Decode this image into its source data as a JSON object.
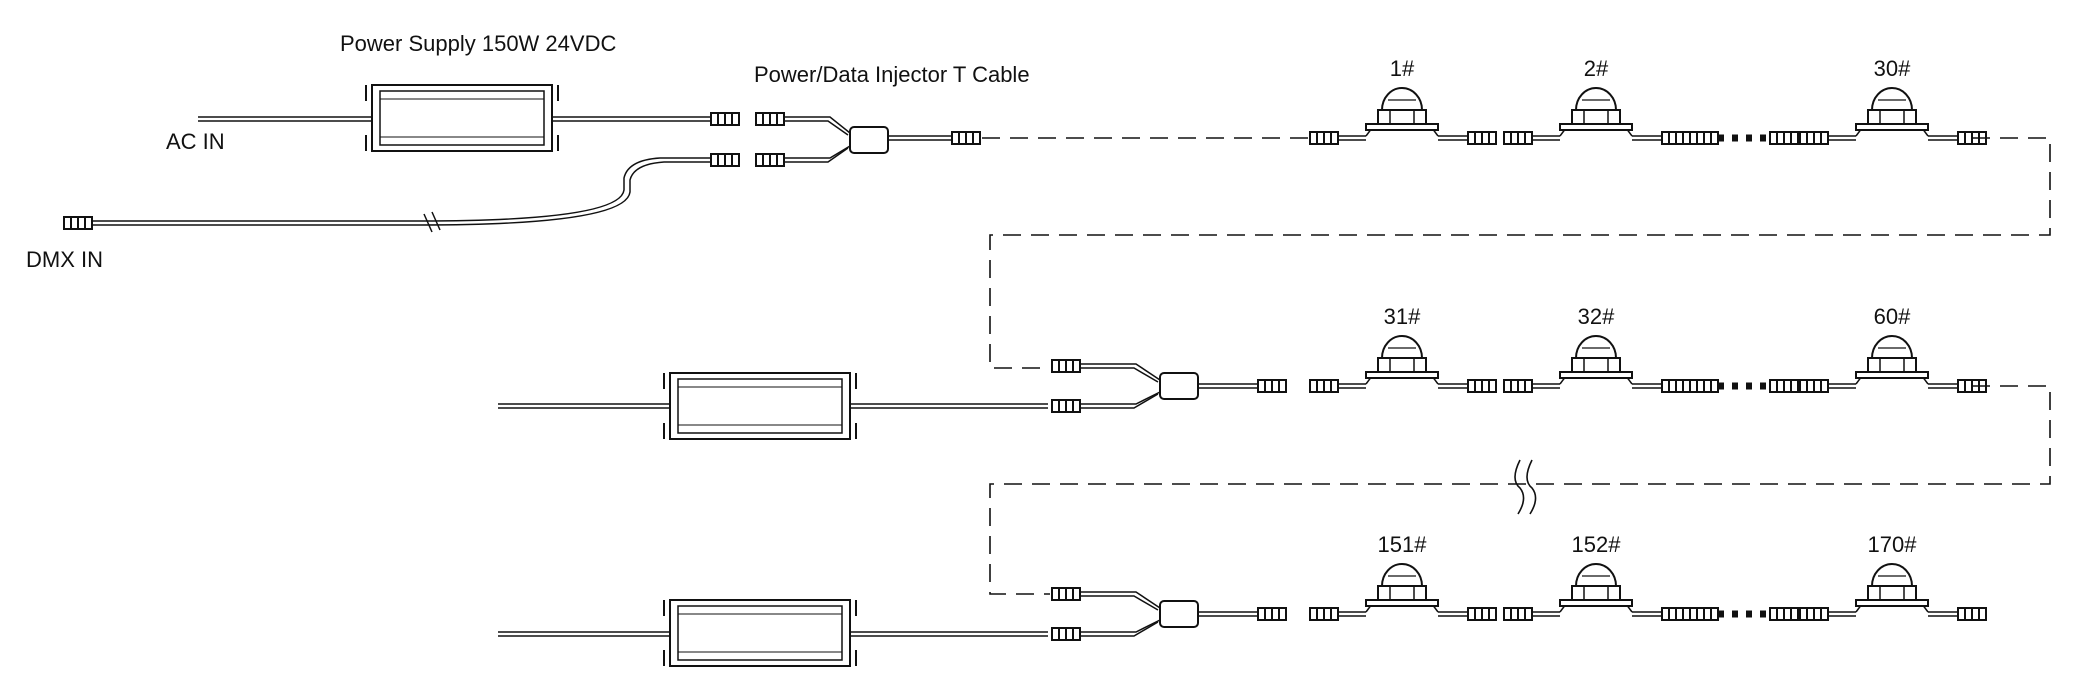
{
  "labels": {
    "power_supply": "Power Supply 150W 24VDC",
    "injector": "Power/Data Injector T Cable",
    "ac_in": "AC IN",
    "dmx_in": "DMX IN"
  },
  "rows": [
    {
      "id": "row1",
      "fixtures": [
        "1#",
        "2#",
        "30#"
      ]
    },
    {
      "id": "row2",
      "fixtures": [
        "31#",
        "32#",
        "60#"
      ]
    },
    {
      "id": "row3",
      "fixtures": [
        "151#",
        "152#",
        "170#"
      ]
    }
  ],
  "colors": {
    "line": "#111111",
    "fill": "#ffffff"
  }
}
